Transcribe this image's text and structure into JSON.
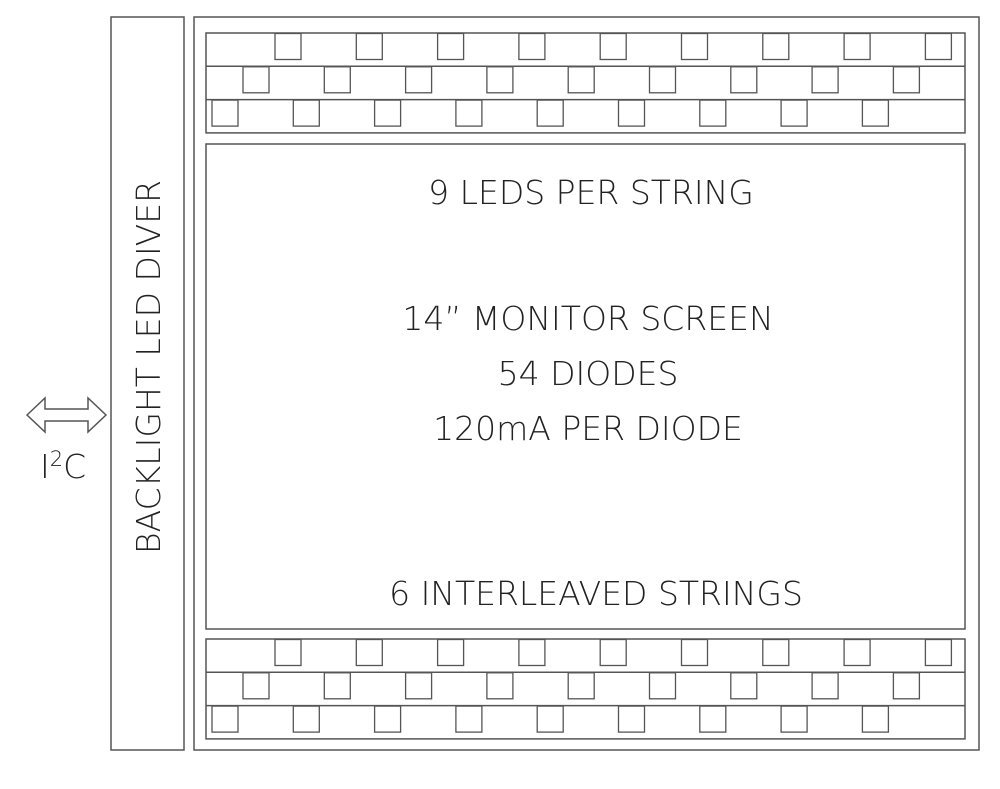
{
  "driver": {
    "label": "BACKLIGHT LED DIVER"
  },
  "interface": {
    "label_base": "I",
    "label_sup": "2",
    "label_tail": "C"
  },
  "screen": {
    "leds_per_string": "9 LEDS PER STRING",
    "monitor": "14” MONITOR SCREEN",
    "diodes": "54 DIODES",
    "current": "120mA PER DIODE",
    "strings": "6 INTERLEAVED STRINGS"
  },
  "led_strips": {
    "strips": 2,
    "rows_per_strip": 3,
    "leds_per_row": 9
  },
  "colors": {
    "stroke": "#555555",
    "text": "#222222"
  }
}
